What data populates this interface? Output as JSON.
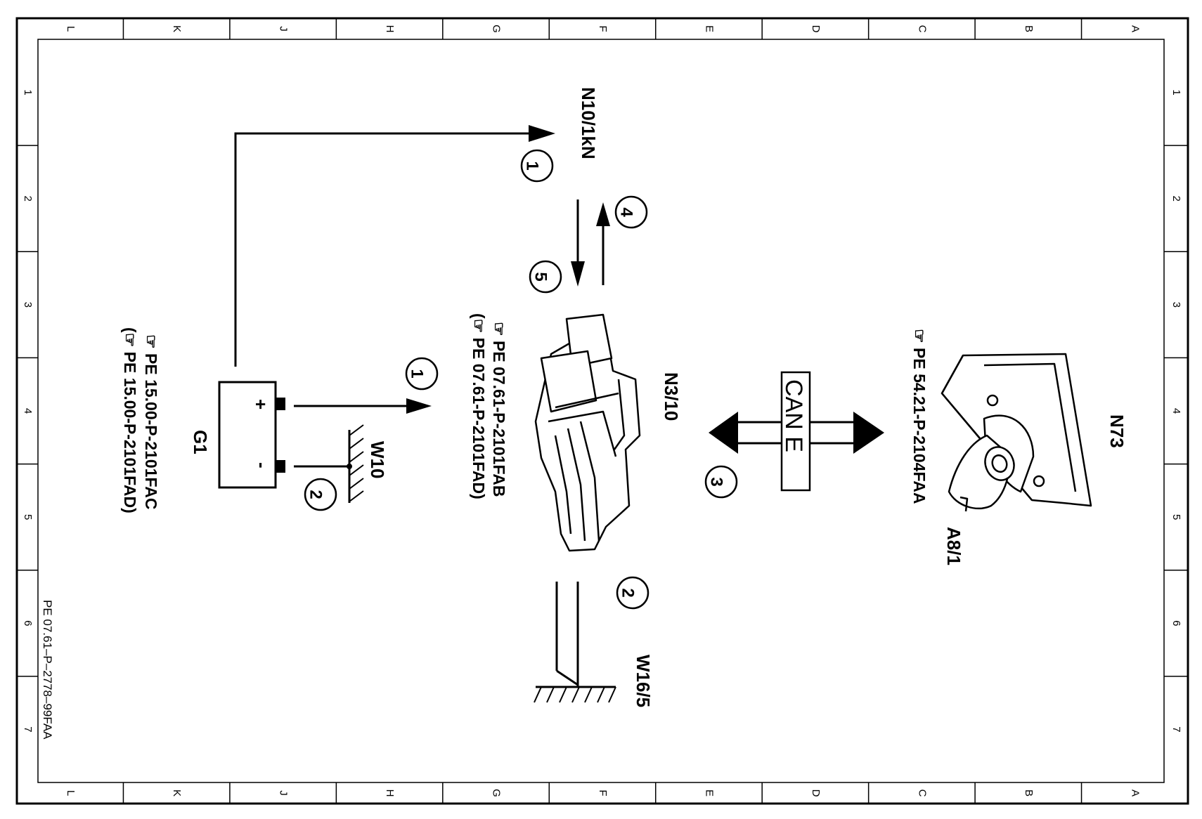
{
  "frame": {
    "columns": [
      "L",
      "K",
      "J",
      "H",
      "G",
      "F",
      "E",
      "D",
      "C",
      "B",
      "A"
    ],
    "rows": [
      "1",
      "2",
      "3",
      "4",
      "5",
      "6",
      "7"
    ]
  },
  "doc_id": "PE 07.61–P–2778–99FAA",
  "components": {
    "n10": {
      "label": "N10/1kN"
    },
    "n3": {
      "label": "N3/10",
      "ref1": "☞ PE  07.61-P-2101FAB",
      "ref2": "(☞ PE  07.61-P-2101FAD)"
    },
    "g1": {
      "label": "G1",
      "ref1": "☞ PE  15.00-P-2101FAC",
      "ref2": "(☞ PE  15.00-P-2101FAD)"
    },
    "w10": {
      "label": "W10"
    },
    "w16": {
      "label": "W16/5"
    },
    "n73": {
      "label": "N73",
      "ref1": "☞ PE  54.21-P-2104FAA"
    },
    "a8": {
      "label": "A8/1"
    },
    "can": {
      "label": "CAN  E"
    }
  },
  "callouts": {
    "c1_top": "1",
    "c1_mid": "1",
    "c2_batt": "2",
    "c2_ground": "2",
    "c3": "3",
    "c4": "4",
    "c5": "5"
  },
  "battery": {
    "plus": "+",
    "minus": "-"
  }
}
